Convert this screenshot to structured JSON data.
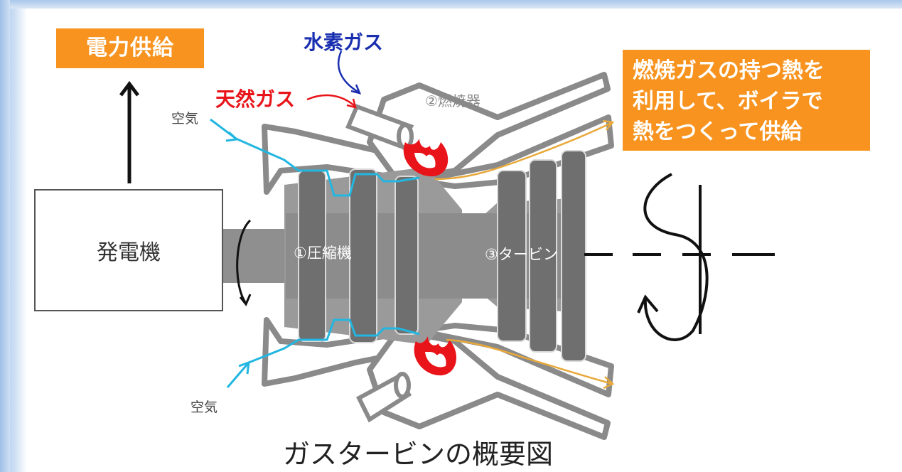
{
  "labels": {
    "power_supply": "電力供給",
    "hydrogen": "水素ガス",
    "natural_gas": "天然ガス",
    "combustor": "②燃焼器",
    "air_top": "空気",
    "air_bottom": "空気",
    "compressor": "①圧縮機",
    "turbine": "③タービン",
    "generator": "発電機",
    "heat_note_line1": "燃焼ガスの持つ熱を",
    "heat_note_line2": "利用して、ボイラで",
    "heat_note_line3": "熱をつくって供給",
    "caption": "ガスタービンの概要図"
  },
  "colors": {
    "orange_box": "#f7931e",
    "hydrogen_text": "#1a2fb0",
    "natural_gas_text": "#e8141a",
    "air_flow": "#22b6e0",
    "exhaust_flow": "#e8a93a",
    "machine_gray": "#8a8a8a"
  }
}
